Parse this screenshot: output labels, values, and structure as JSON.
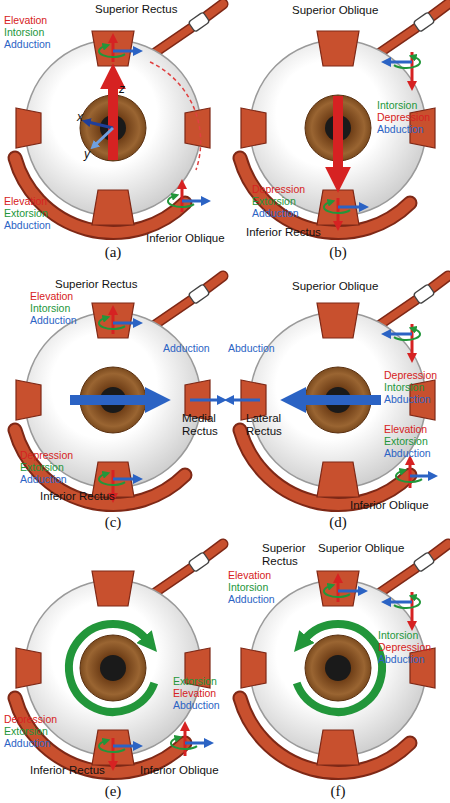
{
  "diagram": {
    "labels": [
      "Superior Rectus",
      "Elevation",
      "Intorsion",
      "Adduction",
      "z",
      "x",
      "y",
      "Elevation",
      "Extorsion",
      "Abduction",
      "Inferior Oblique",
      "(a)",
      "Superior Oblique",
      "Intorsion",
      "Depression",
      "Abduction",
      "Depression",
      "Extorsion",
      "Adduction",
      "Inferior Rectus",
      "(b)",
      "Superior Rectus",
      "Elevation",
      "Intorsion",
      "Adduction",
      "Adduction",
      "Medial Rectus",
      "Depression",
      "Extorsion",
      "Adduction",
      "Inferior Rectus",
      "(c)",
      "Superior Oblique",
      "Abduction",
      "Lateral Rectus",
      "Depression",
      "Intorsion",
      "Abduction",
      "Elevation",
      "Extorsion",
      "Abduction",
      "Inferior Oblique",
      "(d)",
      "Extorsion",
      "Elevation",
      "Abduction",
      "Depression",
      "Extorsion",
      "Adduction",
      "Inferior Rectus",
      "Inferior Oblique",
      "(e)",
      "Superior Rectus",
      "Superior Oblique",
      "Elevation",
      "Intorsion",
      "Adduction",
      "Intorsion",
      "Depression",
      "Abduction",
      "(f)"
    ]
  }
}
